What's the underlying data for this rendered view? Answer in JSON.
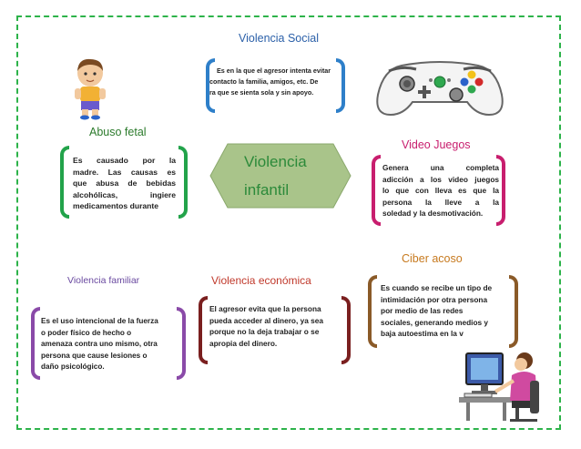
{
  "center": {
    "title_line1": "Violencia",
    "title_line2": "infantil"
  },
  "sections": {
    "social": {
      "title": "Violencia Social",
      "lines": [
        "Es en la que el agresor intenta evitar",
        "contacto la familia, amigos, etc. De",
        "ra que se sienta sola y sin apoyo."
      ]
    },
    "abuso": {
      "title": "Abuso fetal",
      "lines": [
        "Es causado por la",
        "madre. Las causas es",
        "que abusa de bebidas",
        "alcohólicas, ingiere",
        "medicamentos durante"
      ]
    },
    "videojuegos": {
      "title": "Video Juegos",
      "lines": [
        "Genera una completa",
        "adicción a los video juegos",
        "lo que con lleva es que la",
        "persona la lleve a la",
        "soledad y la desmotivación."
      ]
    },
    "ciber": {
      "title": "Ciber acoso",
      "lines": [
        "Es cuando se recibe un tipo de",
        "intimidación por otra persona",
        "por medio de las redes",
        "sociales, generando medios y",
        "baja autoestima en la v"
      ]
    },
    "familiar": {
      "title": "Violencia familiar",
      "lines": [
        "Es el uso intencional de la fuerza",
        "o poder físico de hecho o",
        "amenaza contra uno mismo, otra",
        "persona que cause lesiones o",
        "daño psicológico."
      ]
    },
    "economica": {
      "title": "Violencia económica",
      "lines": [
        "El agresor evita que la persona",
        "pueda acceder al dinero, ya sea",
        "porque no la deja trabajar o se",
        "apropia del dinero."
      ]
    }
  },
  "colors": {
    "frame": "#2db34a",
    "hexagon": "#a9c48a",
    "social_bracket": "#2e7fc9",
    "social_title": "#2a5fa8",
    "abuso_bracket": "#22a34a",
    "abuso_title": "#2c7b2c",
    "video_bracket": "#c81e6e",
    "video_title": "#c81e6e",
    "ciber_bracket": "#8a5a28",
    "ciber_title": "#c77a1f",
    "familiar_bracket": "#8a4aa8",
    "familiar_title": "#6a4aa0",
    "economica_bracket": "#7a1f1f",
    "economica_title": "#c0392b",
    "center_text": "#2c8a3a"
  }
}
